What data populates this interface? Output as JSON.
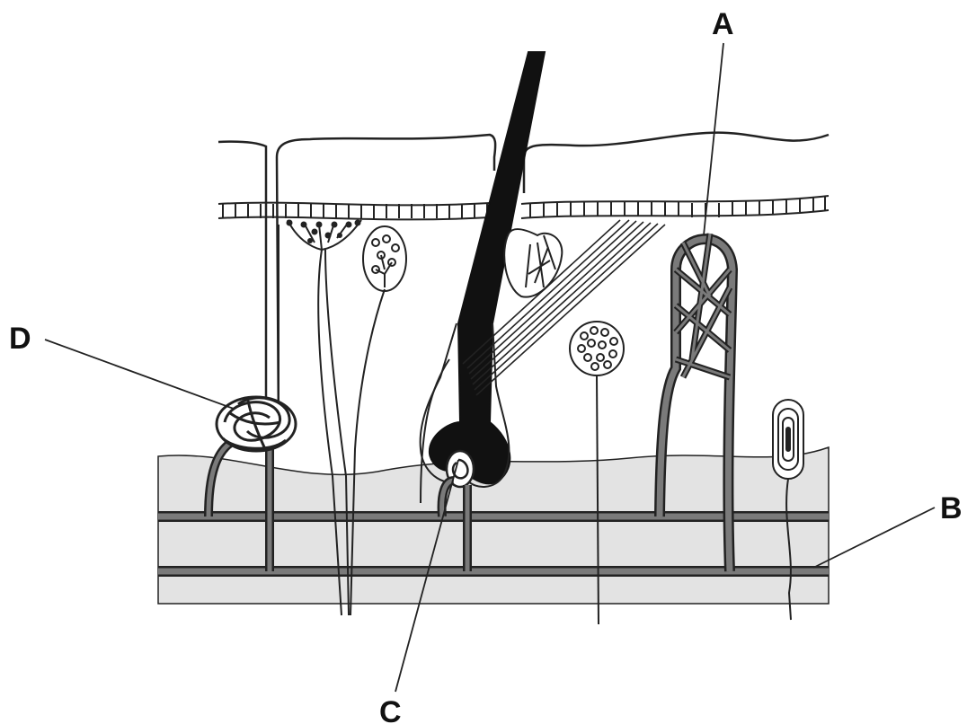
{
  "labels": {
    "a": "A",
    "b": "B",
    "c": "C",
    "d": "D"
  },
  "colors": {
    "stroke": "#222222",
    "dermis_fill": "#e3e3e3",
    "vessel": "#7a7a7a",
    "hair": "#111111",
    "background": "#ffffff"
  }
}
